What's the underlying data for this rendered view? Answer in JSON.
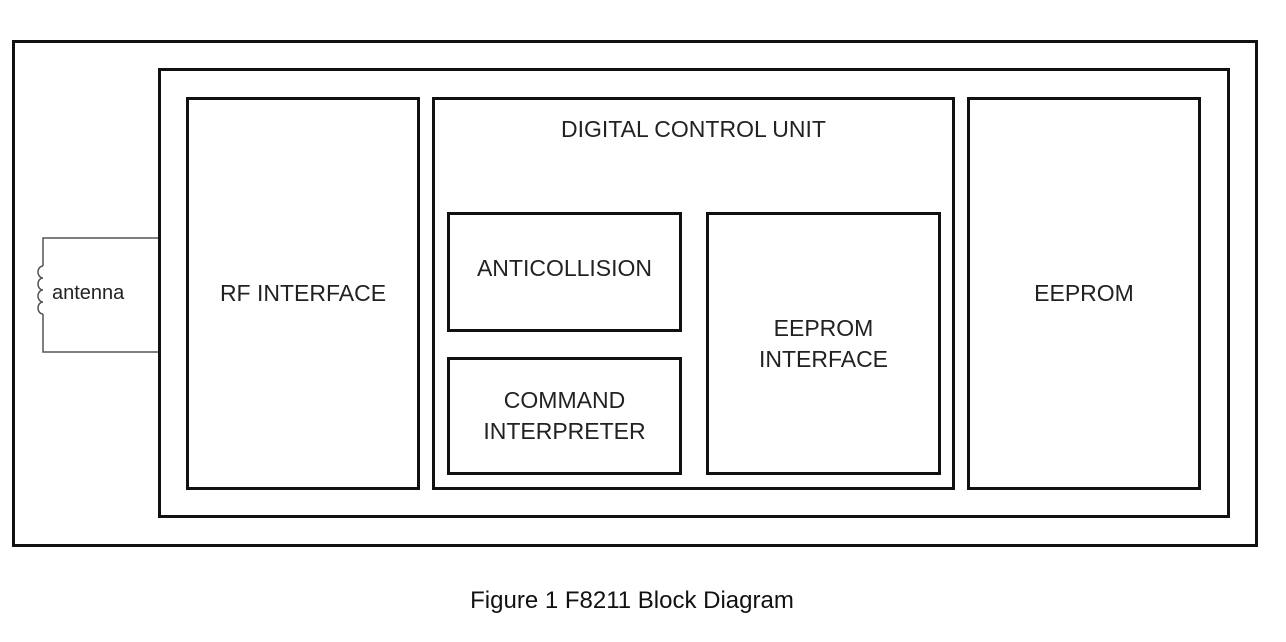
{
  "diagram": {
    "antenna_label": "antenna",
    "rf_interface_label": "RF INTERFACE",
    "digital_control_unit_label": "DIGITAL CONTROL UNIT",
    "anticollision_label": "ANTICOLLISION",
    "command_interpreter_label_line1": "COMMAND",
    "command_interpreter_label_line2": "INTERPRETER",
    "eeprom_interface_label_line1": "EEPROM",
    "eeprom_interface_label_line2": "INTERFACE",
    "eeprom_label": "EEPROM"
  },
  "caption": "Figure 1 F8211 Block Diagram"
}
